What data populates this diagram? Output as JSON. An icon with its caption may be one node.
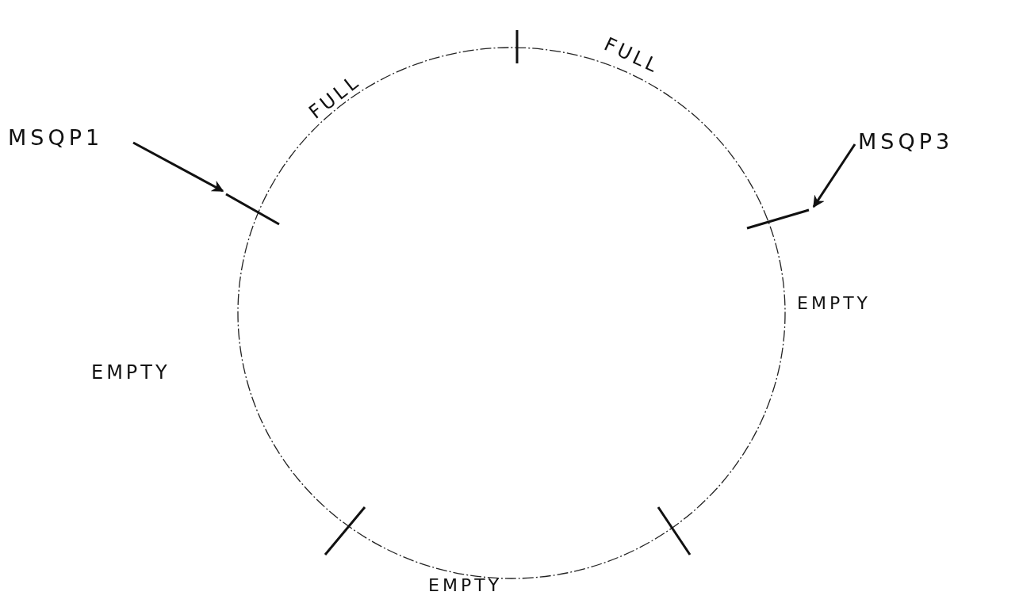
{
  "diagram": {
    "nodes": [
      {
        "text": [
          "MSQP1"
        ]
      },
      {
        "text": [],
        "shape": "bar"
      },
      {
        "text": [
          "MSQP3"
        ]
      },
      {
        "text": [],
        "shape": "bar"
      }
    ],
    "edges": [
      {
        "from": 0,
        "to": 1,
        "arrow": "to"
      },
      {
        "from": 2,
        "to": 3,
        "arrow": "to"
      }
    ],
    "labels": [
      "FULL",
      "FULL",
      "EMPTY",
      "EMPTY",
      "EMPTY"
    ]
  }
}
